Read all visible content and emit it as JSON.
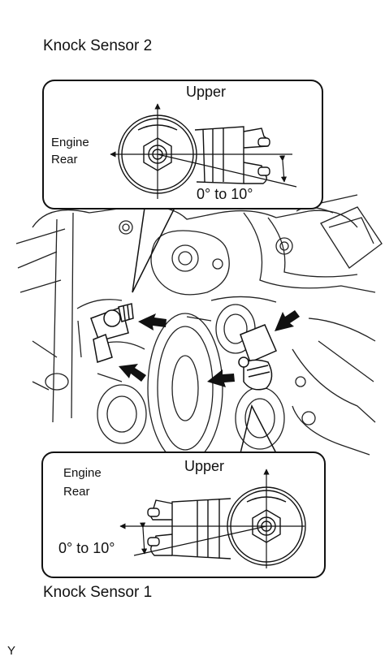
{
  "diagram": {
    "title_top": "Knock Sensor 2",
    "title_bottom": "Knock Sensor 1",
    "callout_top": {
      "direction_label": "Upper",
      "engine_label_line1": "Engine",
      "engine_label_line2": "Rear",
      "angle_label": "0° to 10°"
    },
    "callout_bottom": {
      "direction_label": "Upper",
      "engine_label_line1": "Engine",
      "engine_label_line2": "Rear",
      "angle_label": "0° to 10°"
    },
    "corner_code": "Y"
  }
}
